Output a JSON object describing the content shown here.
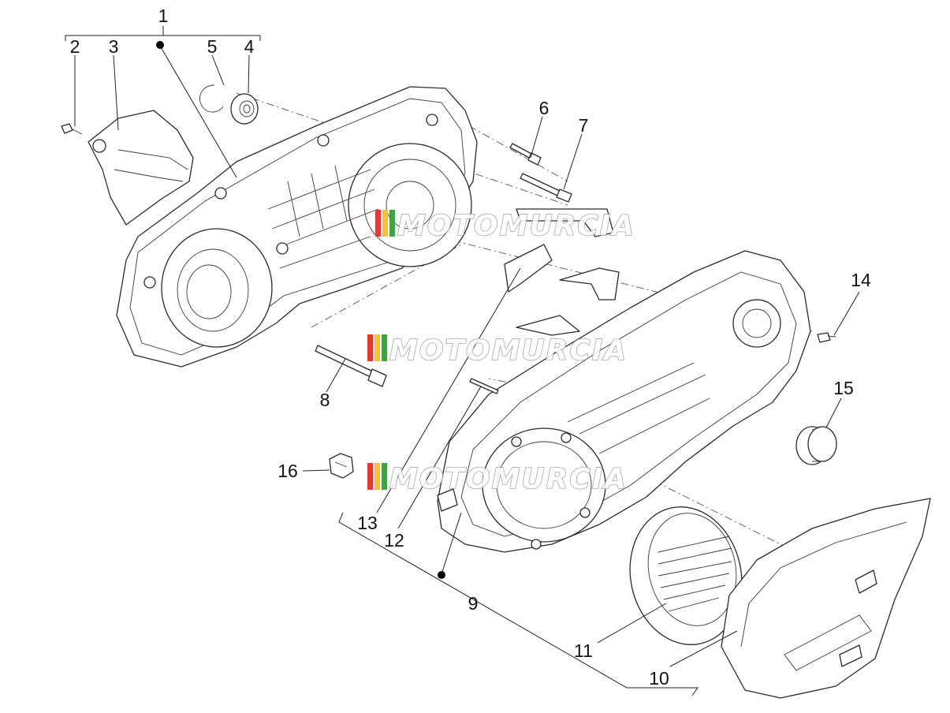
{
  "diagram": {
    "callouts": [
      "1",
      "2",
      "3",
      "4",
      "5",
      "6",
      "7",
      "8",
      "9",
      "10",
      "11",
      "12",
      "13",
      "14",
      "15",
      "16"
    ],
    "watermark": "MOTOMURCIA",
    "colors": {
      "line": "#2a2a2a",
      "watermark_stripes": [
        "#e53935",
        "#fbc02d",
        "#43a047"
      ]
    }
  }
}
